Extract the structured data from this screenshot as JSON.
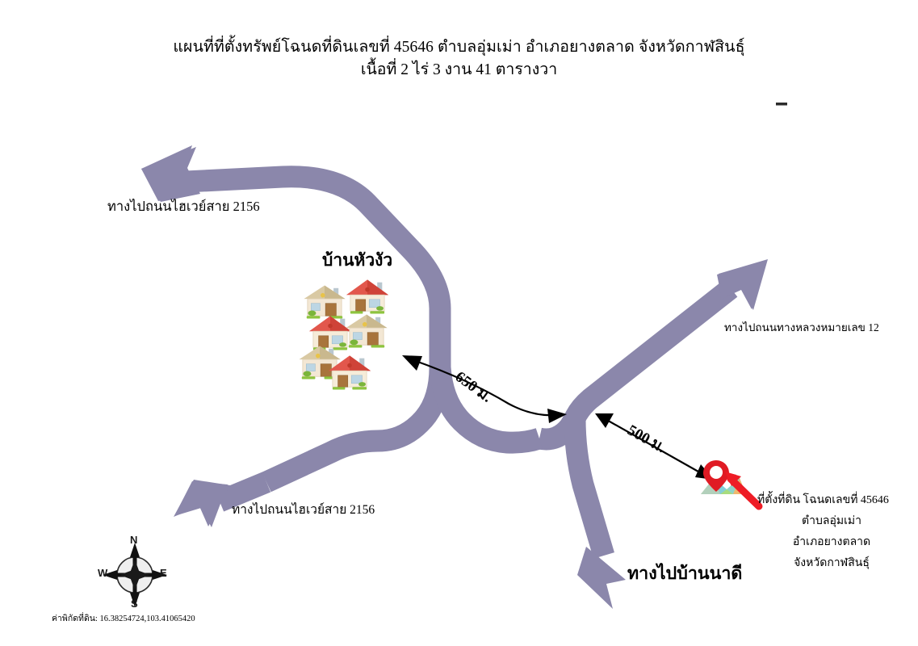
{
  "document": {
    "title_line1": "แผนที่ที่ตั้งทรัพย์โฉนดที่ดินเลขที่ 45646 ตำบลอุ่มเม่า อำเภอยางตลาด จังหวัดกาฬสินธุ์",
    "title_line2": "เนื้อที่ 2 ไร่ 3 งาน 41 ตารางวา"
  },
  "map": {
    "road_color": "#8b87ab",
    "background_color": "#ffffff",
    "marker_color": "#e01b24",
    "arrow_color": "#ee1c25",
    "labels": {
      "highway_2156_upper": "ทางไปถนนไฮเวย์สาย 2156",
      "highway_2156_lower": "ทางไปถนนไฮเวย์สาย 2156",
      "village": "บ้านหัวงัว",
      "highway_12": "ทางไปถนนทางหลวงหมายเลข 12",
      "ban_nadee": "ทางไปบ้านนาดี"
    },
    "distances": {
      "village_to_junction": "650 ม.",
      "junction_to_parcel": "500 ม."
    },
    "location_block": {
      "line1": "ที่ตั้งที่ดิน โฉนดเลขที่ 45646",
      "line2": "ตำบลอุ่มเม่า",
      "line3": "อำเภอยางตลาด",
      "line4": "จังหวัดกาฬสินธุ์"
    },
    "coordinates": {
      "label": "ค่าพิกัดที่ดิน: 16.38254724,103.41065420"
    },
    "compass": {
      "north": "N",
      "east": "E",
      "south": "S",
      "west": "W"
    },
    "house_count": 6
  }
}
